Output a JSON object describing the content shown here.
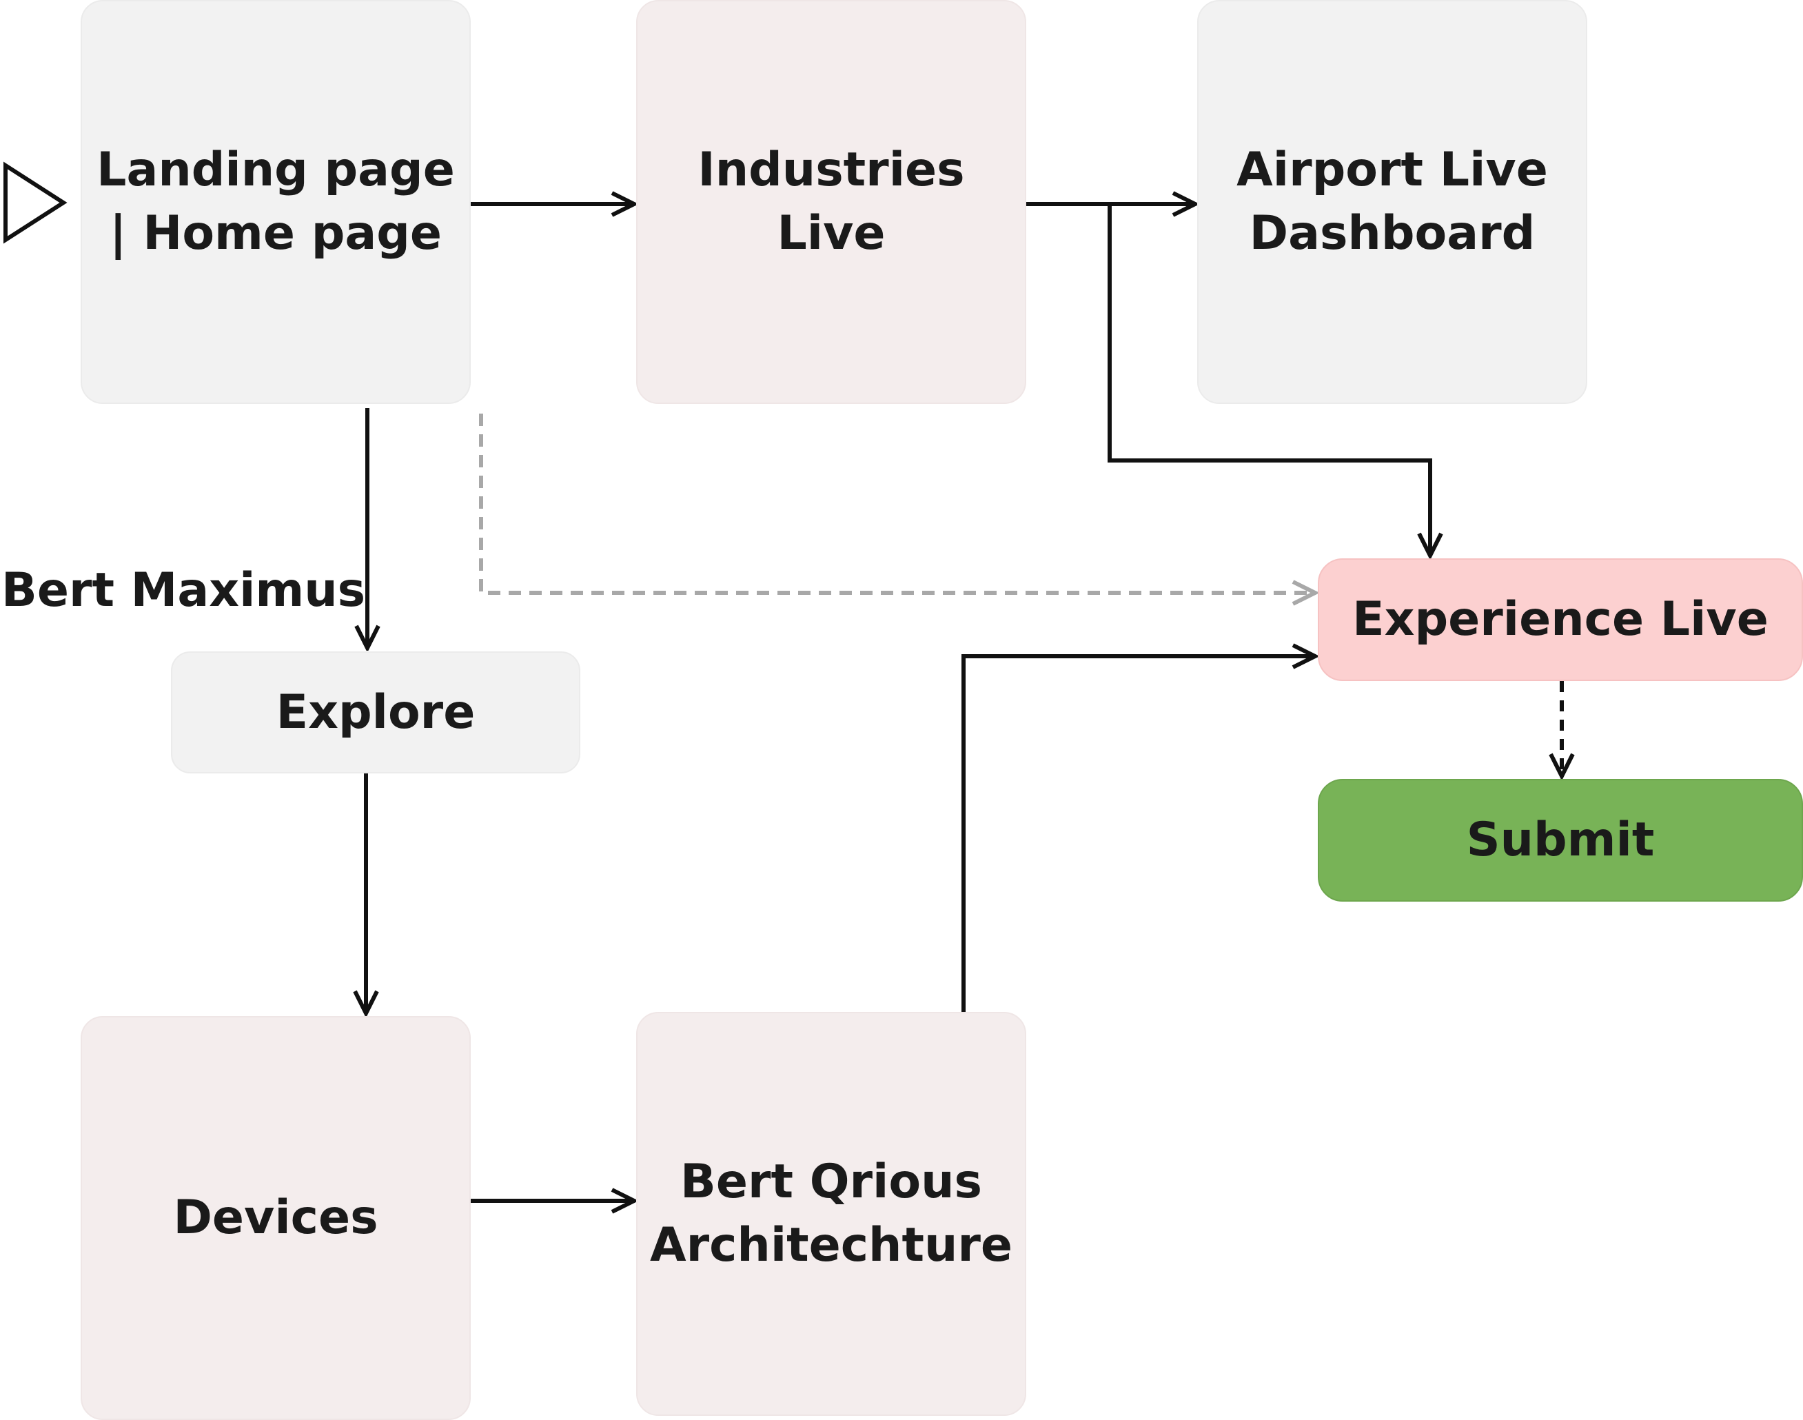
{
  "nodes": {
    "landing": "Landing page\n| Home page",
    "industries": "Industries\nLive",
    "airport": "Airport Live\nDashboard",
    "explore": "Explore",
    "devices": "Devices",
    "bert_qrious": "Bert Qrious\nArchitechture",
    "experience": "Experience Live",
    "submit": "Submit"
  },
  "edge_labels": {
    "landing_to_explore": "Bert Maximus"
  },
  "colors": {
    "gray_node": "#f2f2f2",
    "pink_node": "#f4eded",
    "experience_node": "#fcd0d0",
    "submit_node": "#78b357",
    "edge": "#111111",
    "dashed_edge": "#a8a8a8"
  }
}
